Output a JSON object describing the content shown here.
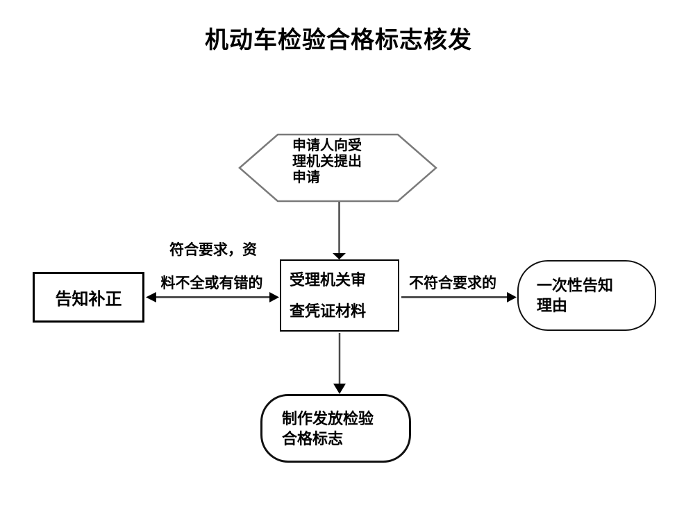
{
  "title": "机动车检验合格标志核发",
  "colors": {
    "background": "#ffffff",
    "text": "#000000",
    "box_border": "#000000",
    "hexagon_border": "#7a7a7a",
    "connector": "#4d4d4d",
    "arrowhead": "#000000"
  },
  "nodes": {
    "start_hexagon": {
      "lines": [
        "申请人向受",
        "理机关提出",
        "申请"
      ]
    },
    "review_box": {
      "lines": [
        "受理机关审",
        "查凭证材料"
      ]
    },
    "notify_correction_box": {
      "label": "告知补正"
    },
    "onetime_reason_box": {
      "lines": [
        "一次性告知",
        "理由"
      ]
    },
    "issue_mark_box": {
      "lines": [
        "制作发放检验",
        "合格标志"
      ]
    }
  },
  "edge_labels": {
    "left_condition_line1": "符合要求，资",
    "left_condition_line2": "料不全或有错的",
    "right_condition": "不符合要求的"
  }
}
